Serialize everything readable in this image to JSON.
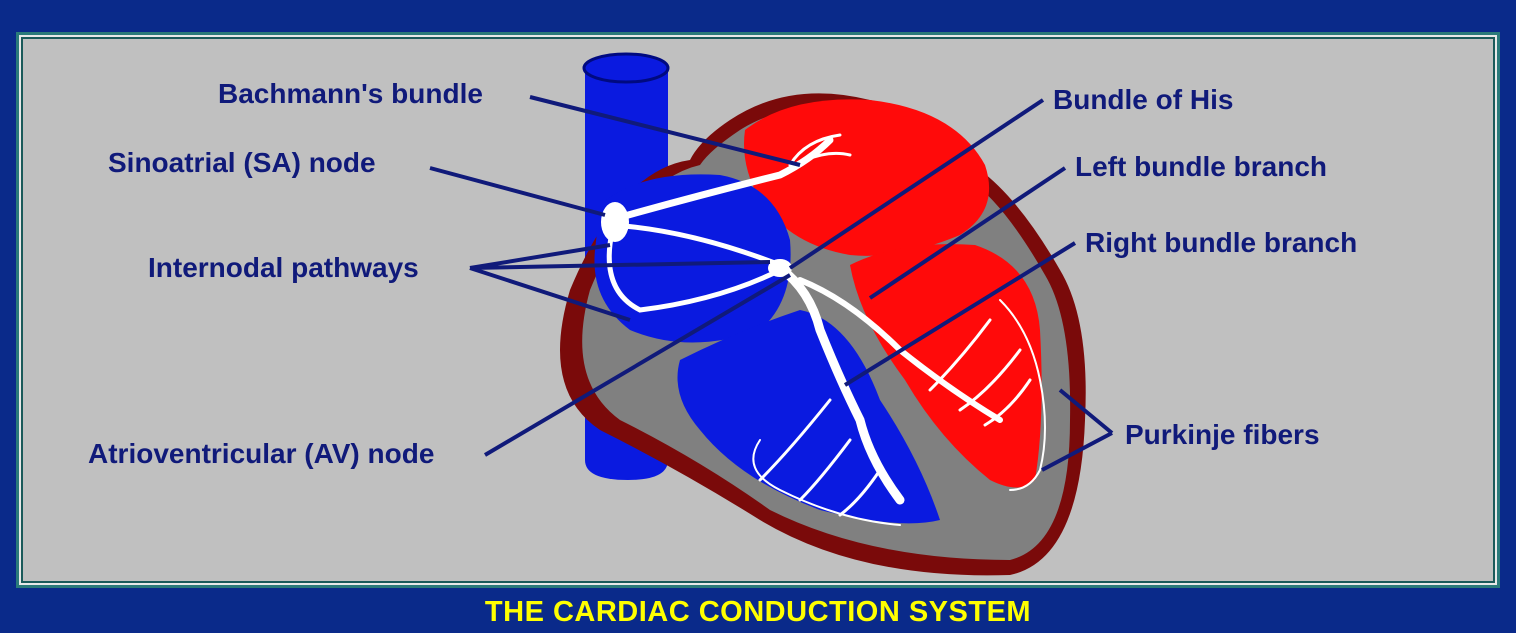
{
  "caption": "THE CARDIAC CONDUCTION SYSTEM",
  "labels": {
    "bachmann": "Bachmann's bundle",
    "sa_node": "Sinoatrial (SA) node",
    "internodal": "Internodal pathways",
    "av_node": "Atrioventricular (AV) node",
    "his": "Bundle of His",
    "left_branch": "Left bundle branch",
    "right_branch": "Right bundle branch",
    "purkinje": "Purkinje fibers"
  },
  "colors": {
    "background": "#0a2a8a",
    "panel": "#c0c0c0",
    "deoxygenated": "#0a1ae0",
    "oxygenated": "#ff0a0a",
    "wall": "#7a0a0a",
    "septum": "#808080",
    "conduction": "#ffffff",
    "label_text": "#101a7a",
    "caption": "#ffff00"
  }
}
